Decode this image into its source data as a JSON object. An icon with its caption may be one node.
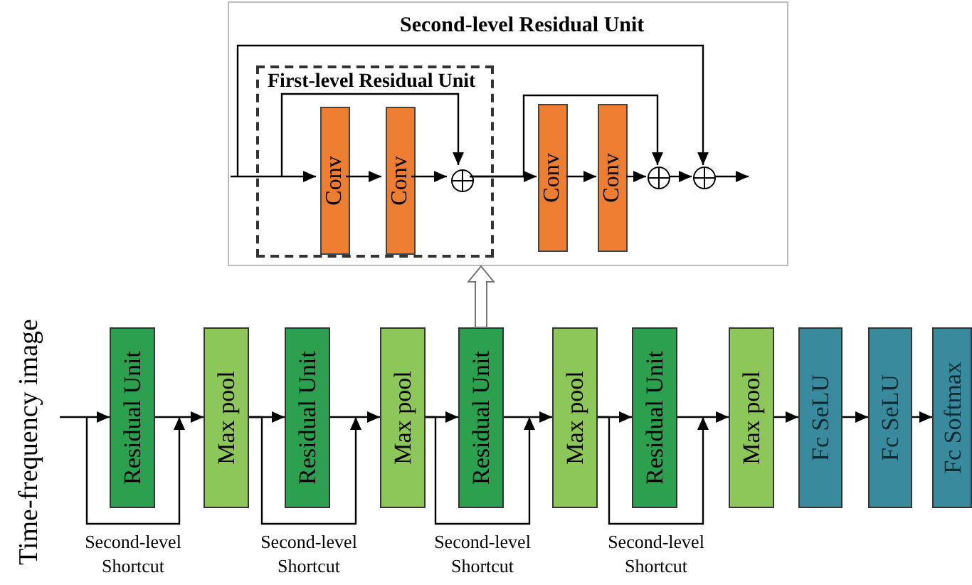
{
  "diagram": {
    "nodes": [
      {
        "text": [
          "Second-level Residual Unit"
        ]
      },
      {
        "text": [
          "First-level Residual Unit"
        ],
        "in": 0
      },
      {
        "text": [
          "Conv"
        ],
        "in": 1
      },
      {
        "text": [
          "Conv"
        ],
        "in": 1
      },
      {
        "text": [],
        "shape": "circle",
        "in": 1
      },
      {
        "text": [
          "Conv"
        ],
        "in": 0
      },
      {
        "text": [
          "Conv"
        ],
        "in": 0
      },
      {
        "text": [],
        "shape": "circle",
        "in": 0
      },
      {
        "text": [],
        "shape": "circle",
        "in": 0
      },
      {
        "text": [
          "Residual Unit"
        ]
      },
      {
        "text": [
          "Max pool"
        ]
      },
      {
        "text": [
          "Residual Unit"
        ]
      },
      {
        "text": [
          "Max pool"
        ]
      },
      {
        "text": [
          "Residual Unit"
        ]
      },
      {
        "text": [
          "Max pool"
        ]
      },
      {
        "text": [
          "Residual Unit"
        ]
      },
      {
        "text": [
          "Max pool"
        ]
      },
      {
        "text": [
          "Fc SeLU"
        ]
      },
      {
        "text": [
          "Fc SeLU"
        ]
      },
      {
        "text": [
          "Fc Softmax"
        ]
      }
    ],
    "edges": [
      {
        "from": null,
        "to": 2,
        "arrow": "to"
      },
      {
        "from": 2,
        "to": 3,
        "arrow": "to"
      },
      {
        "from": 3,
        "to": 4,
        "arrow": "to"
      },
      {
        "from": 4,
        "to": 5,
        "arrow": "to"
      },
      {
        "from": 5,
        "to": 6,
        "arrow": "to"
      },
      {
        "from": 6,
        "to": 7,
        "arrow": "to"
      },
      {
        "from": 7,
        "to": 8,
        "arrow": "to"
      },
      {
        "from": 8,
        "to": null,
        "arrow": "to"
      },
      {
        "from": null,
        "to": 4,
        "arrow": "to"
      },
      {
        "from": 4,
        "to": 7,
        "arrow": "to"
      },
      {
        "from": null,
        "to": 8,
        "arrow": "to"
      },
      {
        "from": null,
        "to": 9,
        "arrow": "to"
      },
      {
        "from": 9,
        "to": 10,
        "arrow": "to"
      },
      {
        "from": 10,
        "to": 11,
        "arrow": "to"
      },
      {
        "from": 11,
        "to": 12,
        "arrow": "to"
      },
      {
        "from": 12,
        "to": 13,
        "arrow": "to"
      },
      {
        "from": 13,
        "to": 14,
        "arrow": "to"
      },
      {
        "from": 14,
        "to": 15,
        "arrow": "to"
      },
      {
        "from": 15,
        "to": 16,
        "arrow": "to"
      },
      {
        "from": 16,
        "to": 17,
        "arrow": "to"
      },
      {
        "from": 17,
        "to": 18,
        "arrow": "to"
      },
      {
        "from": 18,
        "to": 19,
        "arrow": "to"
      },
      {
        "from": 13,
        "to": 0,
        "arrow": "to",
        "style": "thick"
      },
      {
        "from": null,
        "to": 10,
        "arrow": "to",
        "label": "Second-level Shortcut"
      },
      {
        "from": 10,
        "to": 12,
        "arrow": "to",
        "label": "Second-level Shortcut"
      },
      {
        "from": 12,
        "to": 14,
        "arrow": "to",
        "label": "Second-level Shortcut"
      },
      {
        "from": 14,
        "to": 16,
        "arrow": "to",
        "label": "Second-level Shortcut"
      }
    ],
    "labels": [
      "Time-frequency image"
    ]
  }
}
